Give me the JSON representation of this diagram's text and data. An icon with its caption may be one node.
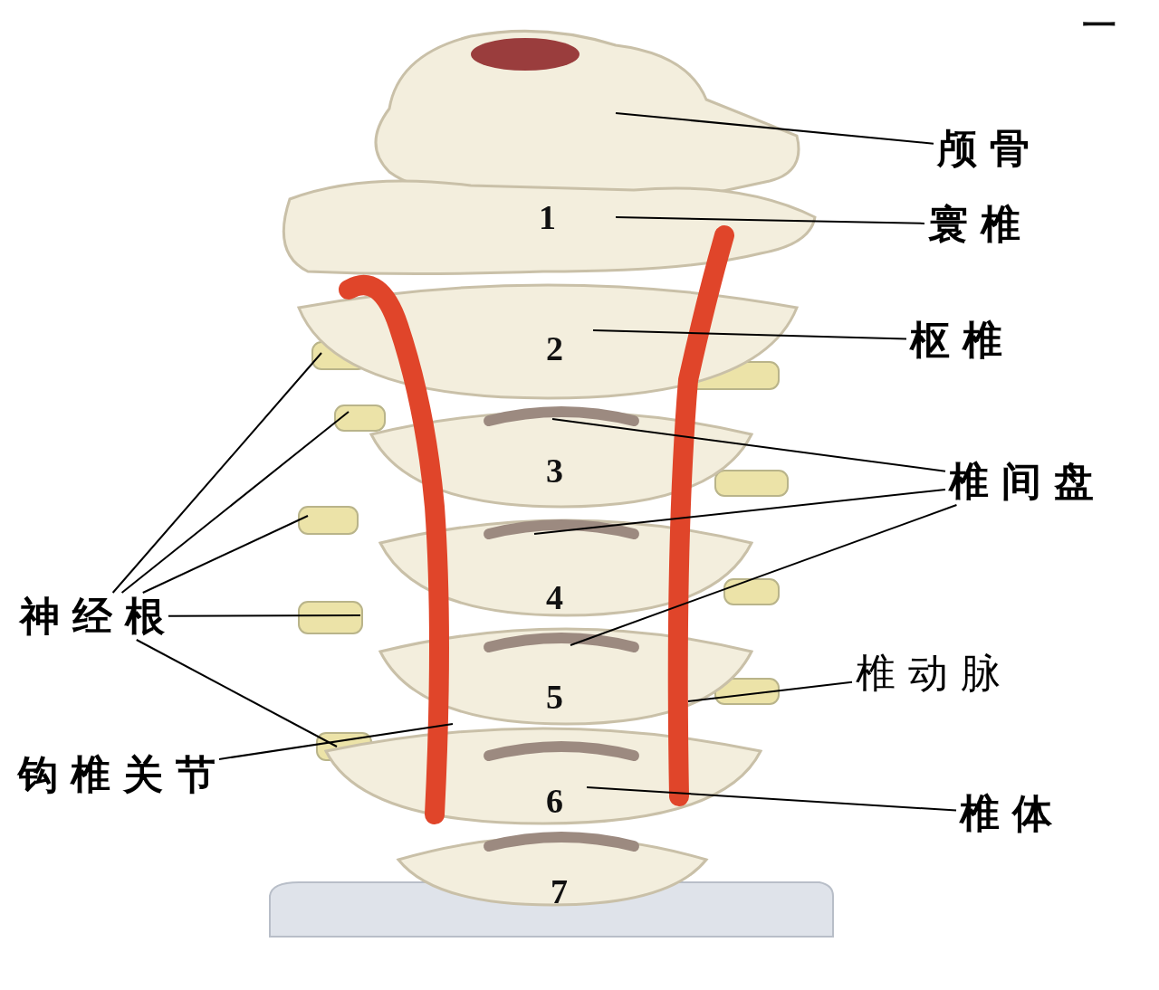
{
  "diagram": {
    "nodes": [
      {
        "text": [
          "颅骨"
        ]
      },
      {
        "text": [
          "寰椎"
        ]
      },
      {
        "text": [
          "枢椎"
        ]
      },
      {
        "text": [
          "椎间盘"
        ]
      },
      {
        "text": [
          "神经根"
        ]
      },
      {
        "text": [
          "椎动脉"
        ]
      },
      {
        "text": [
          "钩椎关节"
        ]
      },
      {
        "text": [
          "椎体"
        ]
      }
    ],
    "edges": [
      {
        "from": 0,
        "to": null,
        "arrow": "none"
      },
      {
        "from": 1,
        "to": null,
        "arrow": "none"
      },
      {
        "from": 2,
        "to": null,
        "arrow": "none"
      },
      {
        "from": 3,
        "to": null,
        "arrow": "none"
      },
      {
        "from": 3,
        "to": null,
        "arrow": "none"
      },
      {
        "from": 3,
        "to": null,
        "arrow": "none"
      },
      {
        "from": 4,
        "to": null,
        "arrow": "none"
      },
      {
        "from": 4,
        "to": null,
        "arrow": "none"
      },
      {
        "from": 4,
        "to": null,
        "arrow": "none"
      },
      {
        "from": 4,
        "to": null,
        "arrow": "none"
      },
      {
        "from": 4,
        "to": null,
        "arrow": "none"
      },
      {
        "from": 5,
        "to": null,
        "arrow": "none"
      },
      {
        "from": 6,
        "to": null,
        "arrow": "none"
      },
      {
        "from": 7,
        "to": null,
        "arrow": "none"
      }
    ],
    "labels": [
      "一",
      "1",
      "2",
      "3",
      "4",
      "5",
      "6",
      "7"
    ]
  }
}
